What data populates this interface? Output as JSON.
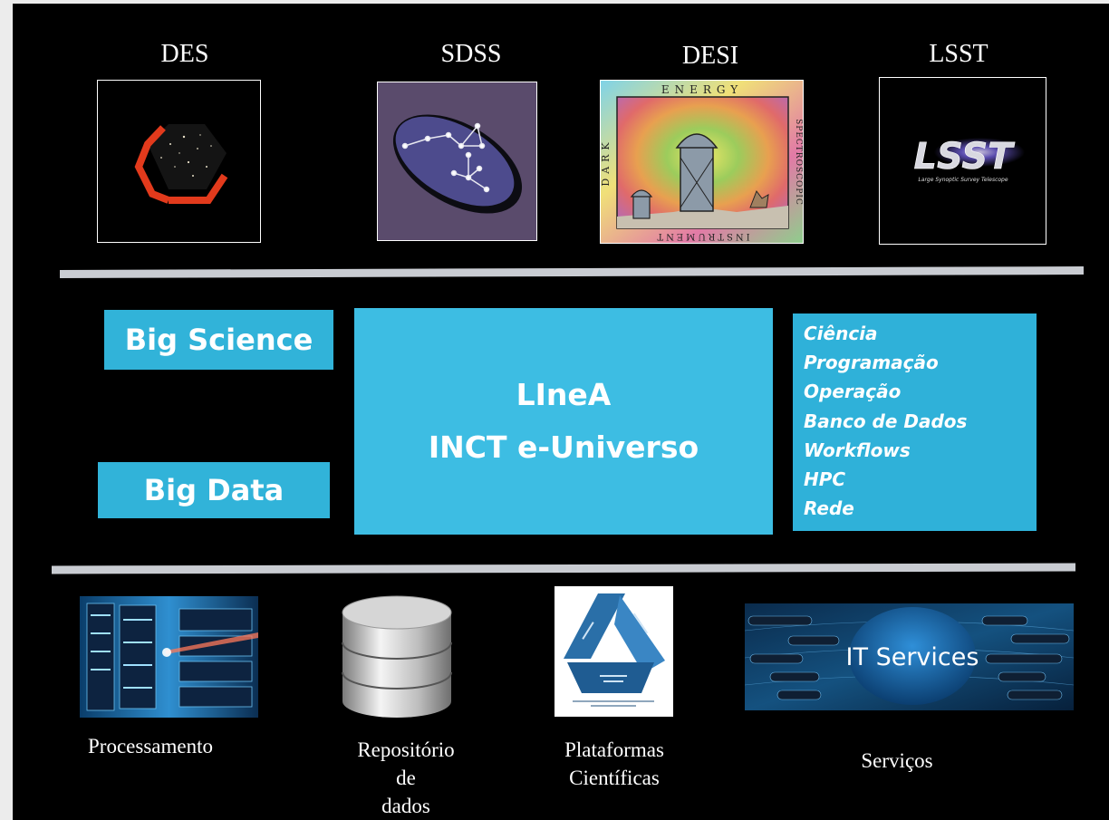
{
  "surveys": [
    {
      "title": "DES"
    },
    {
      "title": "SDSS"
    },
    {
      "title": "DESI",
      "logo_text": {
        "top": "ENERGY",
        "left": "DARK",
        "right": "SPECTROSCOPIC",
        "bottom": "INSTRUMENT"
      }
    },
    {
      "title": "LSST",
      "logo_text": {
        "main": "LSST",
        "sub": "Large Synoptic Survey Telescope"
      }
    }
  ],
  "labels": {
    "big_science": "Big Science",
    "big_data": "Big Data"
  },
  "center": {
    "line1": "LIneA",
    "line2": "INCT e-Universo"
  },
  "competencies": [
    "Ciência",
    "Programação",
    "Operação",
    "Banco de Dados",
    "Workflows",
    "HPC",
    "Rede"
  ],
  "infrastructure": [
    {
      "caption": "Processamento"
    },
    {
      "caption_lines": [
        "Repositório",
        "de",
        "dados"
      ]
    },
    {
      "caption_lines": [
        "Plataformas",
        "Científicas"
      ]
    },
    {
      "caption": "Serviços",
      "image_text": "IT Services"
    }
  ],
  "colors": {
    "background": "#000000",
    "accent": "#31b3d9",
    "divider": "#c9ccd2"
  }
}
